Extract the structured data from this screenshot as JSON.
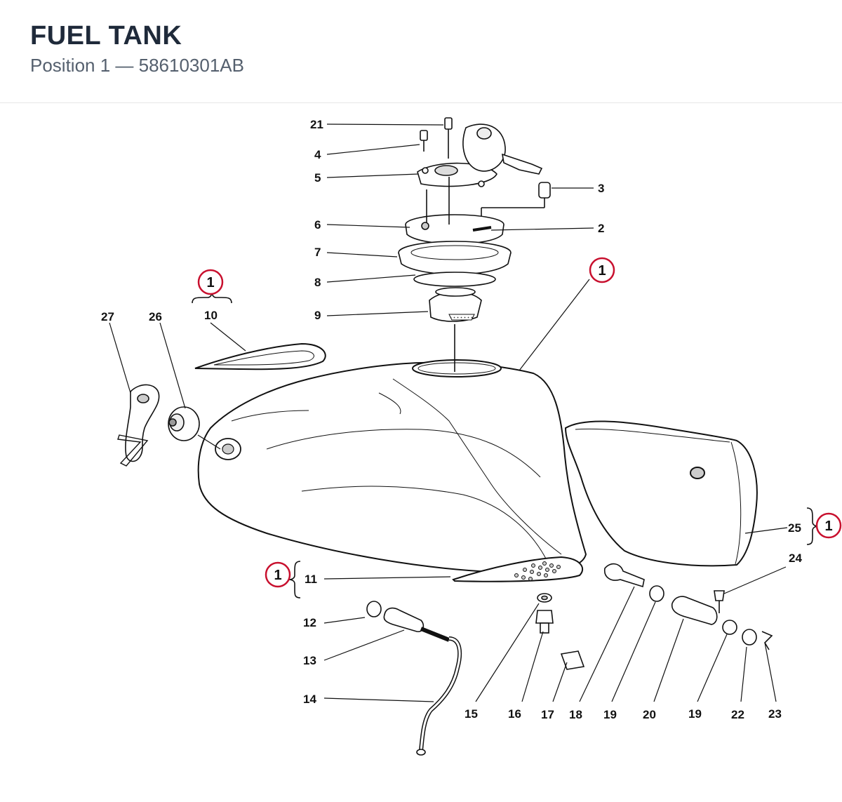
{
  "header": {
    "title": "FUEL TANK",
    "subtitle": "Position 1 — 58610301AB"
  },
  "callouts": [
    "1",
    "1",
    "1",
    "1"
  ],
  "parts": [
    "1",
    "2",
    "3",
    "4",
    "5",
    "6",
    "7",
    "8",
    "9",
    "10",
    "11",
    "12",
    "13",
    "14",
    "15",
    "16",
    "17",
    "18",
    "19",
    "20",
    "19",
    "21",
    "22",
    "23",
    "24",
    "25",
    "26",
    "27"
  ],
  "colors": {
    "title": "#1f2a3a",
    "subtitle": "#55606e",
    "callout_ring": "#c8102e",
    "line": "#111111"
  }
}
